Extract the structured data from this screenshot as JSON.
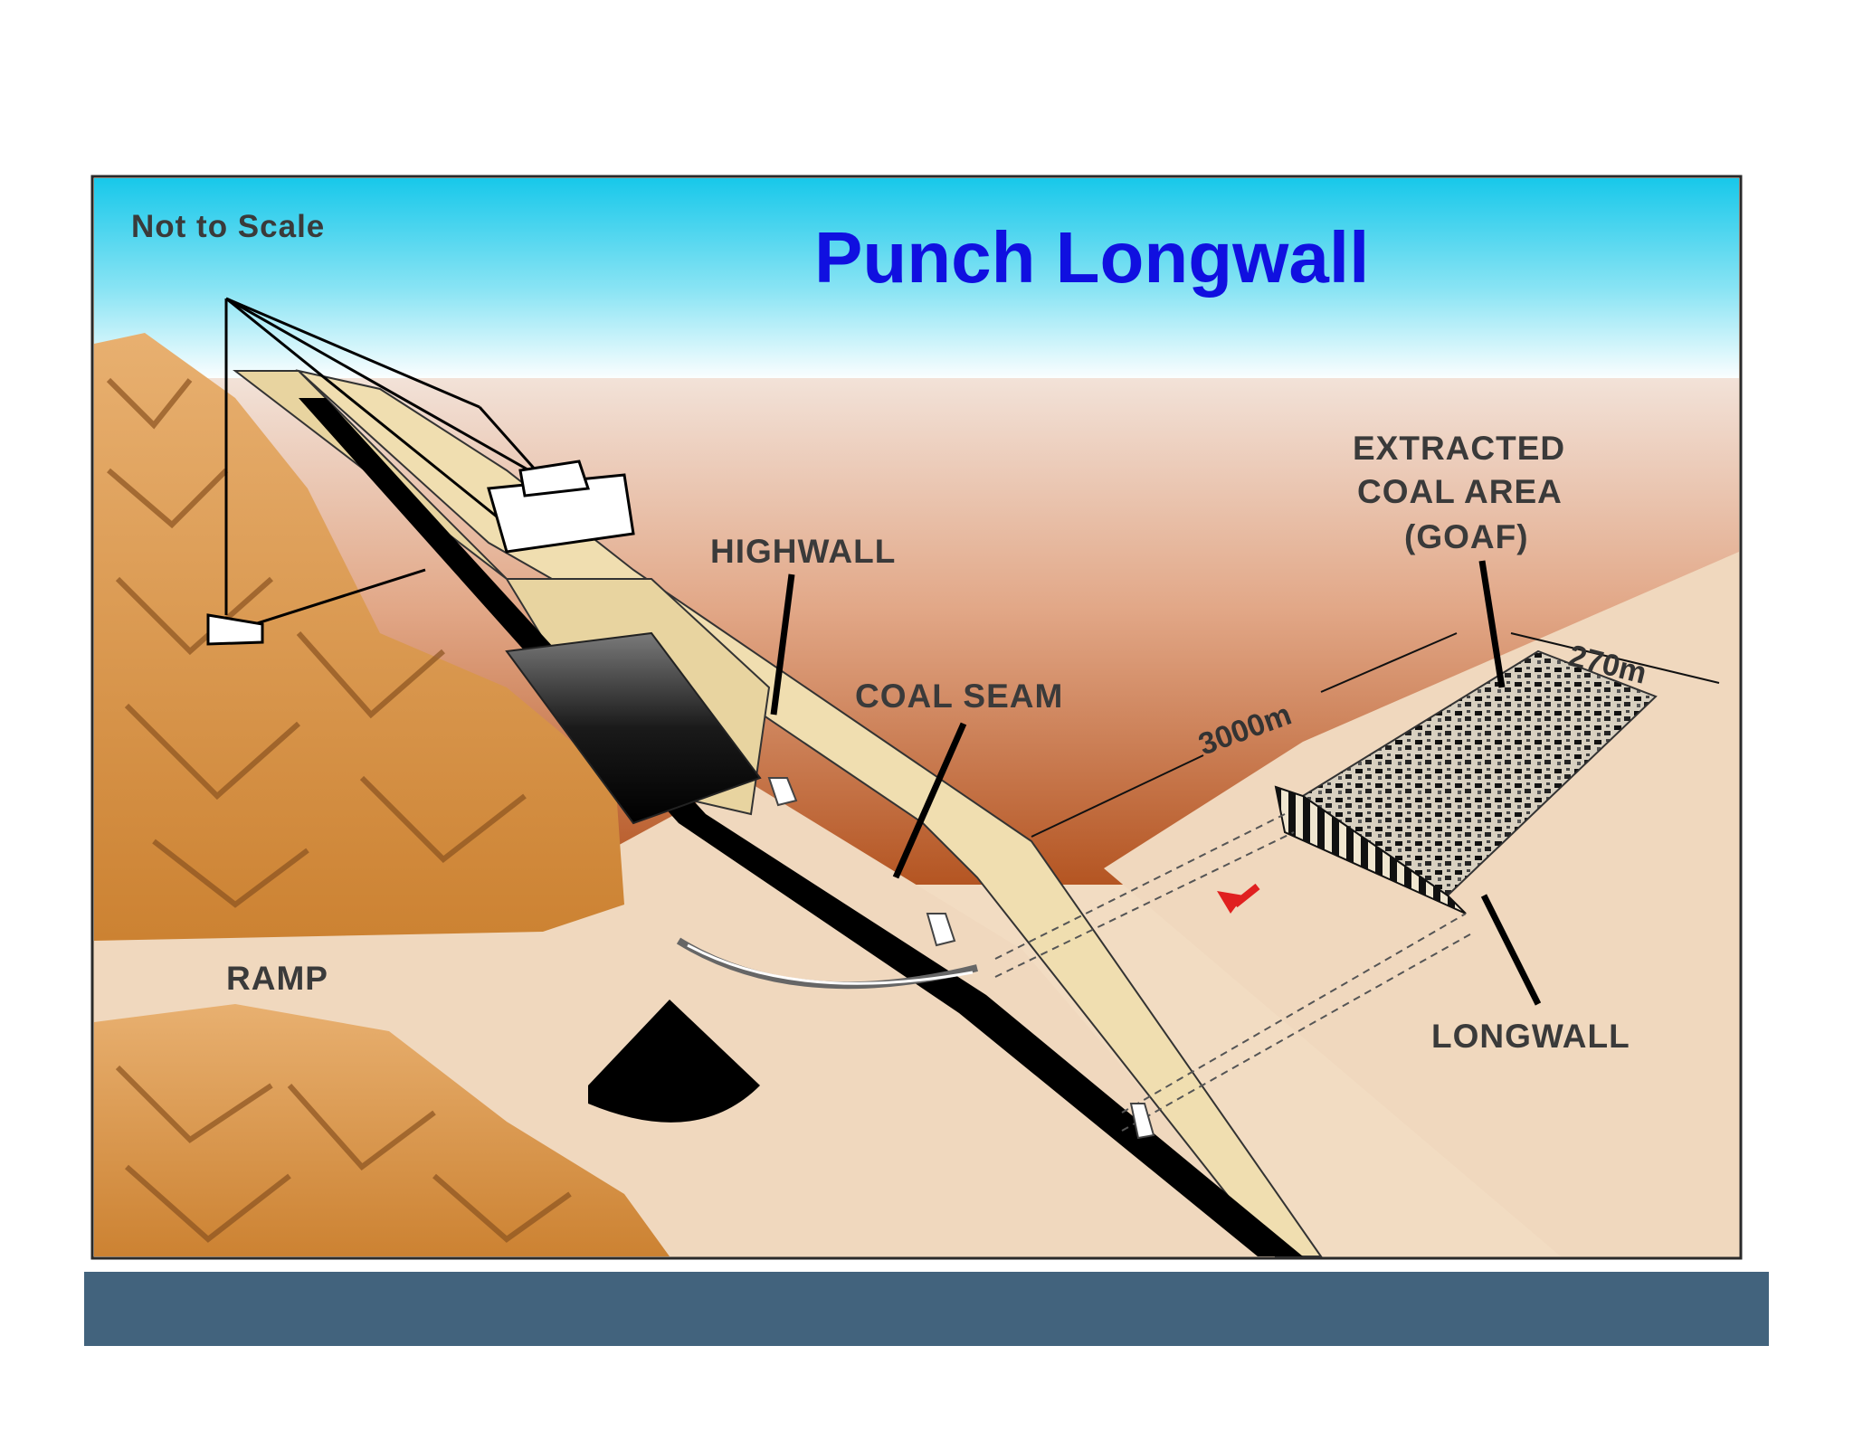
{
  "slide": {
    "title": "Punch Longwall",
    "scale_note": "Not to Scale",
    "footer_bar_color": "#42637d"
  },
  "labels": {
    "highwall": "HIGHWALL",
    "coal_seam": "COAL SEAM",
    "goaf_line1": "EXTRACTED",
    "goaf_line2": "COAL AREA",
    "goaf_line3": "(GOAF)",
    "longwall": "LONGWALL",
    "ramp": "RAMP",
    "length": "3000m",
    "width": "270m"
  },
  "colors": {
    "sky_top": "#18c8ea",
    "sky_bottom": "#ffffff",
    "ground_far": "#e8a880",
    "ground_near": "#b85a2a",
    "spoil": "#d8923c",
    "bench": "#f0deb0",
    "seam": "#000000",
    "title": "#1010e0",
    "arrow": "#e02020"
  }
}
